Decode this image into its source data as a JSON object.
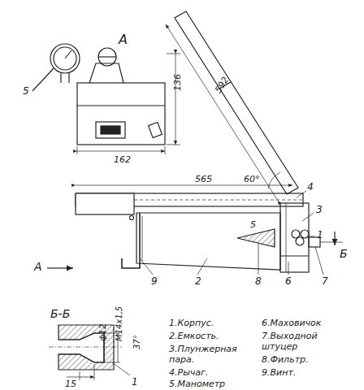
{
  "diagram": {
    "labels": [
      "А",
      "5",
      "136",
      "162",
      "592",
      "60°",
      "565",
      "4",
      "3",
      "1",
      "А",
      "Б",
      "5",
      "9",
      "2",
      "8",
      "6",
      "7",
      "Б-Б",
      "ф12",
      "М14х1,5",
      "37°",
      "15",
      "1",
      "1.Корпус.",
      "2.Емкость.",
      "3.Плунжерная пара.",
      "4.Рычаг.",
      "5.Манометр",
      "6.Маховичок",
      "7.Выходной штуцер",
      "8.Фильтр.",
      "9.Винт."
    ]
  }
}
